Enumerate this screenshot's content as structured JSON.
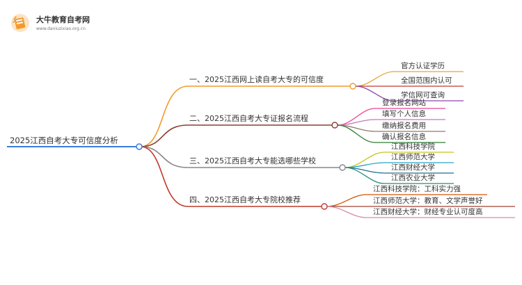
{
  "logo": {
    "title": "大牛教育自考网",
    "url": "www.daniuzixiao.org.cn",
    "icon": "book-icon"
  },
  "mindmap": {
    "root": "2025江西自考大专可信度分析",
    "branches": [
      {
        "label": "一、2025江西网上读自考大专的可信度",
        "color": "#f39a2b",
        "children": [
          {
            "label": "官方认证学历",
            "color": "#e8a33a"
          },
          {
            "label": "全国范围内认可",
            "color": "#c0392b"
          },
          {
            "label": "学信网可查询",
            "color": "#8e44ad"
          }
        ]
      },
      {
        "label": "二、2025江西自考大专证报名流程",
        "color": "#8e3d2e",
        "children": [
          {
            "label": "登录报名网站",
            "color": "#e84393"
          },
          {
            "label": "填写个人信息",
            "color": "#c678b8"
          },
          {
            "label": "缴纳报名费用",
            "color": "#8e7b6b"
          },
          {
            "label": "确认报名信息",
            "color": "#2e7d32"
          }
        ]
      },
      {
        "label": "三、2025江西自考大专能选哪些学校",
        "color": "#888888",
        "children": [
          {
            "label": "江西科技学院",
            "color": "#c9c31b"
          },
          {
            "label": "江西师范大学",
            "color": "#29a3c7"
          },
          {
            "label": "江西财经大学",
            "color": "#1f6f8b"
          },
          {
            "label": "江西农业大学",
            "color": "#1e8f7a"
          }
        ]
      },
      {
        "label": "四、2025江西自考大专院校推荐",
        "color": "#c0392b",
        "children": [
          {
            "label": "江西科技学院：工科实力强",
            "color": "#d35400"
          },
          {
            "label": "江西师范大学：教育、文学声誉好",
            "color": "#a04030"
          },
          {
            "label": "江西财经大学：财经专业认可度高",
            "color": "#d98aa8"
          }
        ]
      }
    ]
  },
  "colors": {
    "root_line": "#3b7dd8",
    "node_stroke": "#c0392b"
  }
}
